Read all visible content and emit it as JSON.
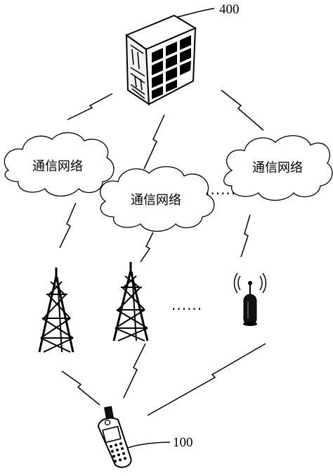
{
  "diagram": {
    "server": {
      "ref_label": "400"
    },
    "terminal": {
      "ref_label": "100"
    },
    "networks": [
      {
        "label": "通信网络"
      },
      {
        "label": "通信网络"
      },
      {
        "label": "通信网络"
      }
    ],
    "ellipsis_between_networks": "......",
    "ellipsis_between_stations": "......"
  }
}
